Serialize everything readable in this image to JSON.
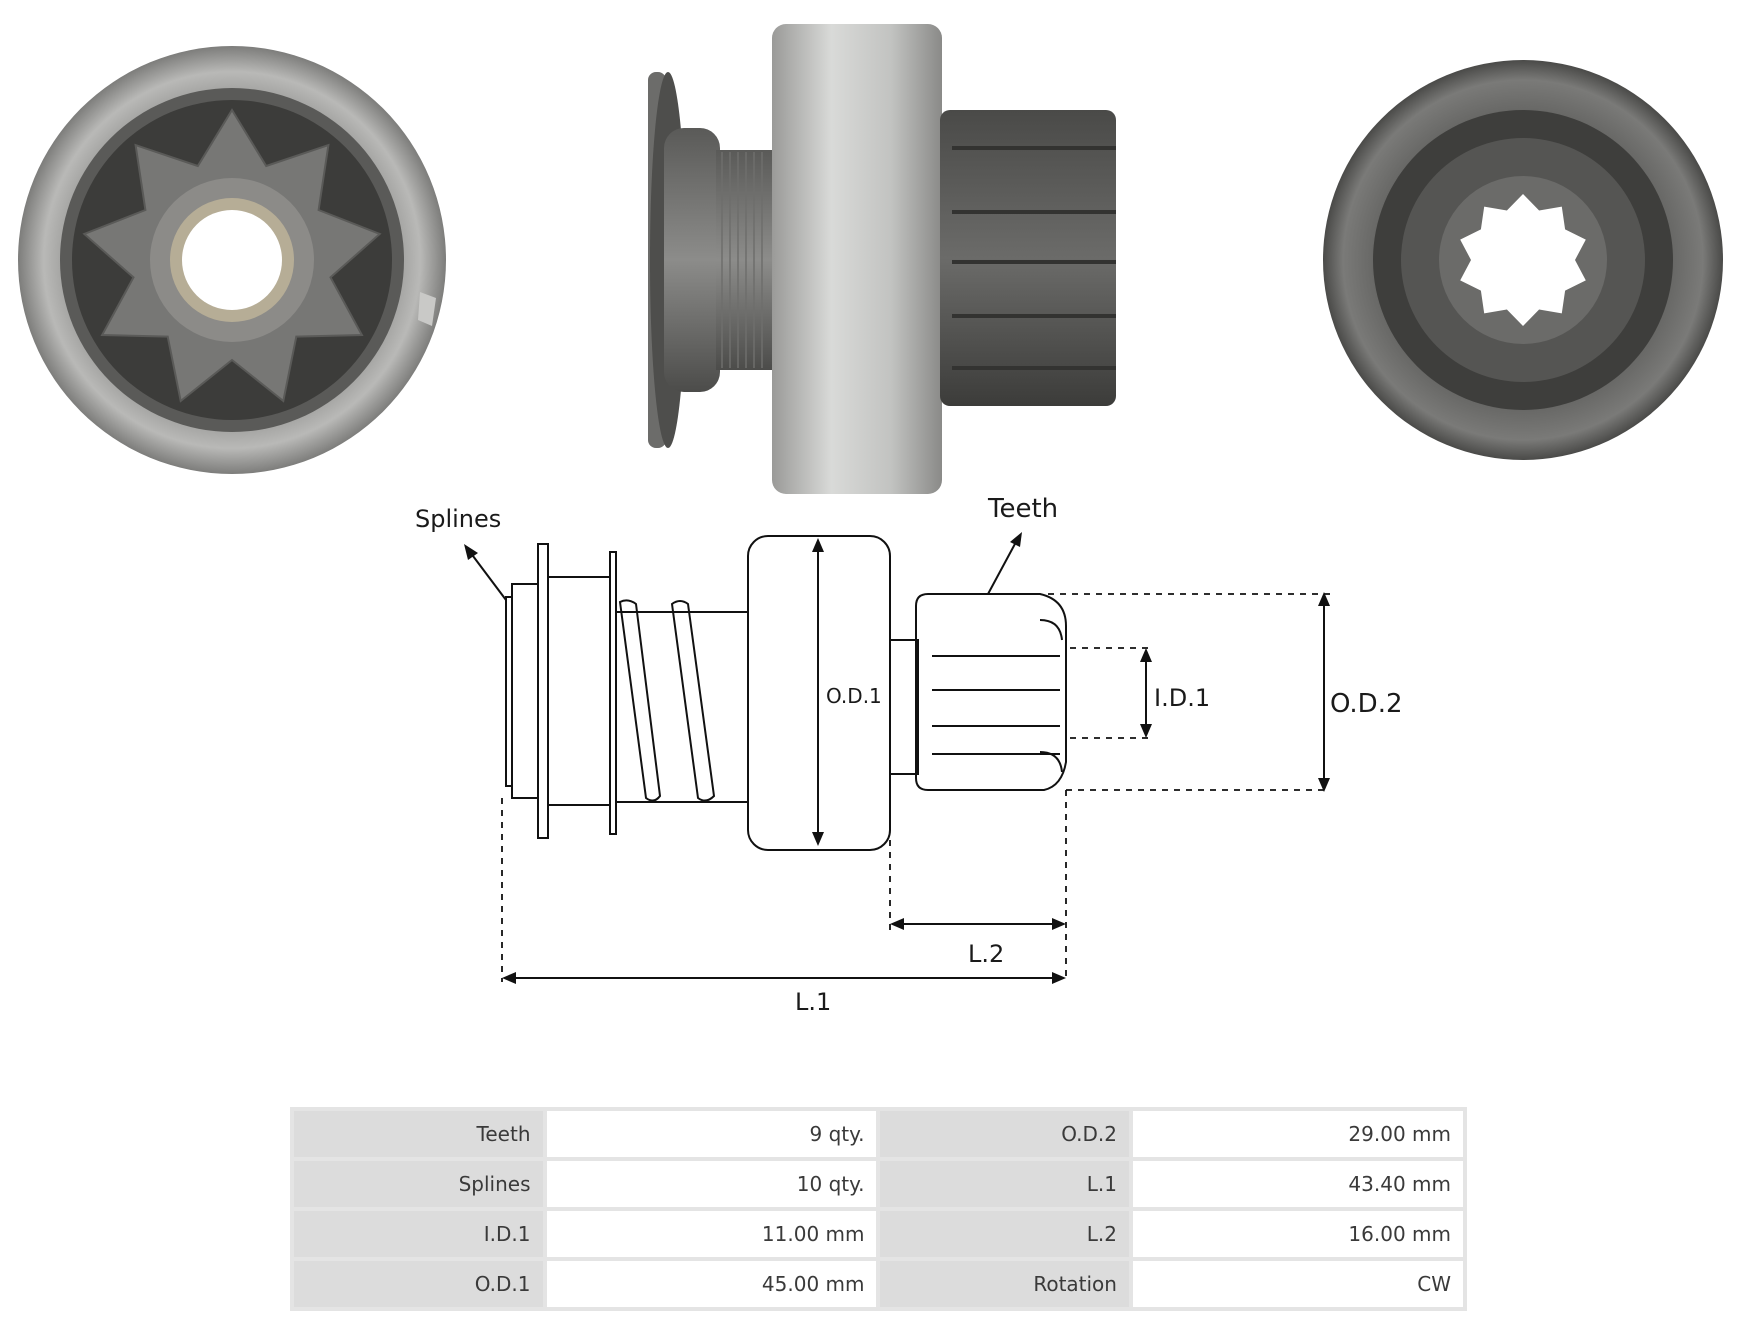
{
  "diagram": {
    "labels": {
      "splines": "Splines",
      "teeth": "Teeth",
      "od1": "O.D.1",
      "id1": "I.D.1",
      "od2": "O.D.2",
      "l1": "L.1",
      "l2": "L.2"
    }
  },
  "specs": [
    {
      "k1": "Teeth",
      "v1": "9 qty.",
      "k2": "O.D.2",
      "v2": "29.00 mm"
    },
    {
      "k1": "Splines",
      "v1": "10 qty.",
      "k2": "L.1",
      "v2": "43.40 mm"
    },
    {
      "k1": "I.D.1",
      "v1": "11.00 mm",
      "k2": "L.2",
      "v2": "16.00 mm"
    },
    {
      "k1": "O.D.1",
      "v1": "45.00 mm",
      "k2": "Rotation",
      "v2": "CW"
    }
  ]
}
